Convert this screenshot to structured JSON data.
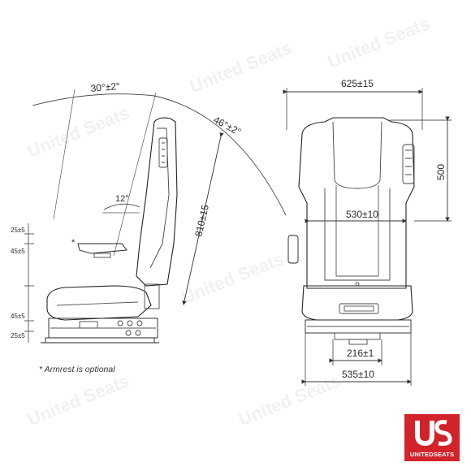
{
  "dimensions": {
    "backrest_recline": "30°±2°",
    "backrest_range": "46°±2°",
    "seat_tilt": "12°",
    "overall_height": "810±15",
    "top_width": "625±15",
    "backrest_height": "500",
    "backrest_width": "530±10",
    "base_mount": "216±1",
    "base_width": "535±10",
    "adj_top": "25±5",
    "adj_upper": "45±5",
    "adj_lower": "45±5",
    "adj_bottom": "25±5",
    "armrest_marker": "*"
  },
  "note": "* Armrest is optional",
  "logo": {
    "brand": "UNITEDSEATS",
    "primary_color": "#d2232a"
  },
  "watermark": {
    "text": "United Seats"
  },
  "colors": {
    "line": "#333333",
    "background": "#ffffff"
  }
}
